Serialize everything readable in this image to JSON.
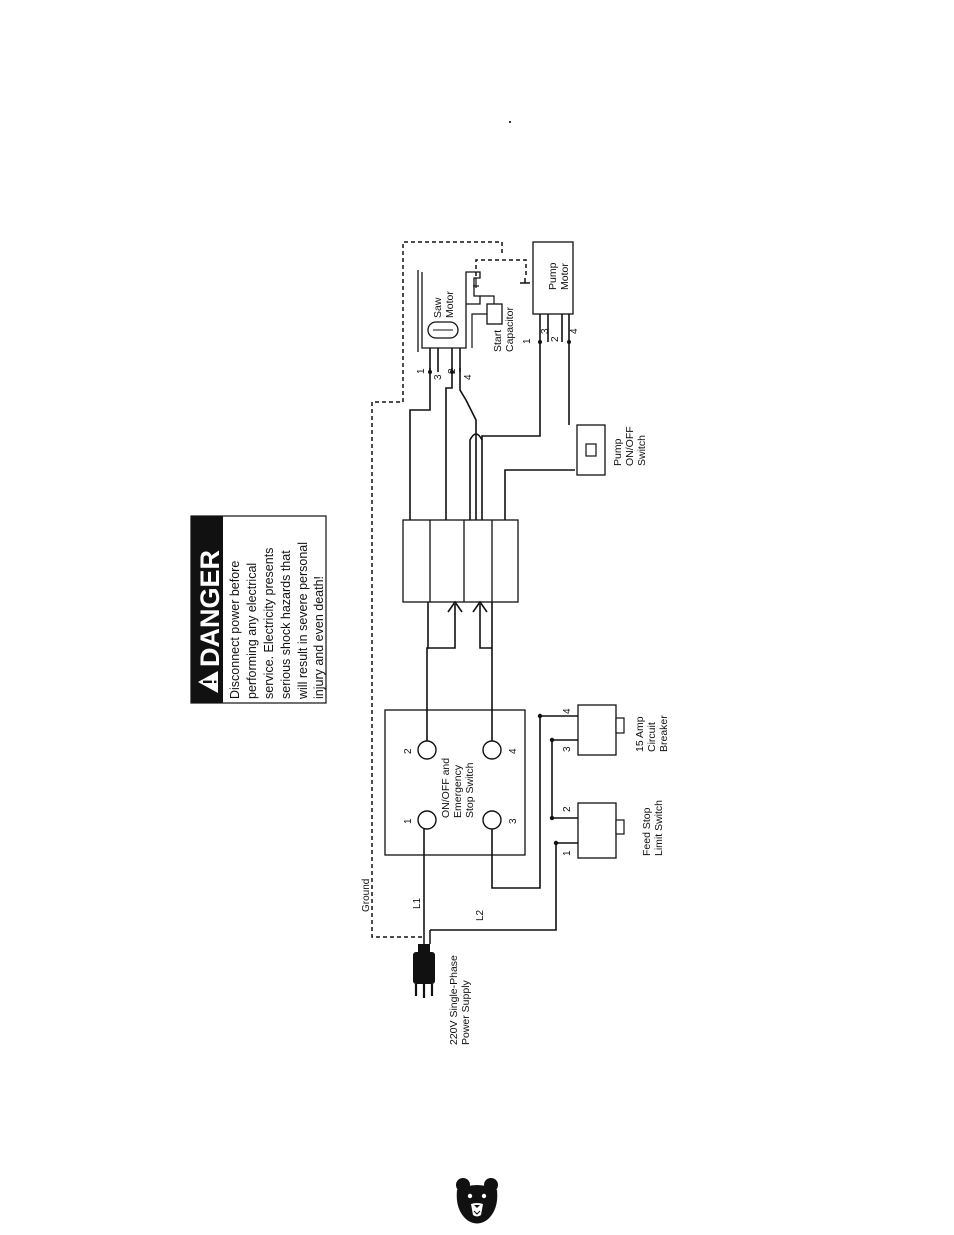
{
  "danger": {
    "title": "DANGER",
    "lines": [
      "Disconnect  power  before",
      "performing   any   electrical",
      "service. Electricity presents",
      "serious  shock  hazards  that",
      "will result in severe personal",
      "injury and even death!"
    ]
  },
  "labels": {
    "power_supply": [
      "220V Single-Phase",
      "Power Supply"
    ],
    "ground": "Ground",
    "l1": "L1",
    "l2": "L2",
    "main_switch": [
      "ON/OFF and",
      "Emergency",
      "Stop Switch"
    ],
    "feed_stop": [
      "Feed Stop",
      "Limit Switch"
    ],
    "breaker": [
      "15 Amp",
      "Circuit",
      "Breaker"
    ],
    "pump_switch": [
      "Pump",
      "ON/OFF",
      "Switch"
    ],
    "saw_motor": [
      "Saw",
      "Motor"
    ],
    "start_capacitor": [
      "Start",
      "Capacitor"
    ],
    "pump_motor": [
      "Pump",
      "Motor"
    ]
  },
  "terminals": {
    "main_switch": [
      "1",
      "2",
      "3",
      "4"
    ],
    "feed_stop": [
      "1",
      "2"
    ],
    "breaker": [
      "3",
      "4"
    ],
    "saw_motor": [
      "1",
      "3",
      "2",
      "4"
    ],
    "pump_motor": [
      "1",
      "3",
      "2",
      "4"
    ]
  },
  "colors": {
    "line": "#111111",
    "warning_bg": "#111111",
    "warning_text": "#ffffff",
    "background": "#ffffff"
  },
  "icons": {
    "warning": "warning-triangle-icon",
    "plug": "plug-icon",
    "bear": "bear-logo"
  }
}
